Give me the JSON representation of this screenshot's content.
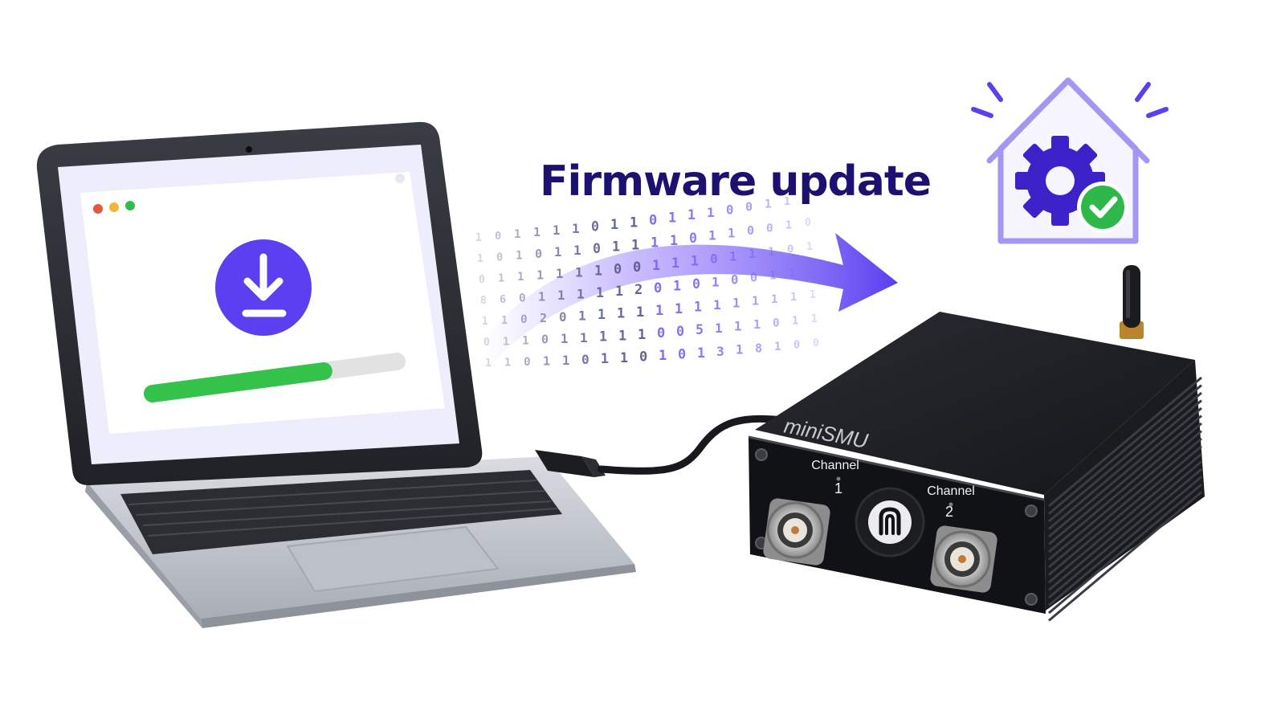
{
  "headline": "Firmware update",
  "device": {
    "brand_label": "miniSMU",
    "channel_1_label": "Channel",
    "channel_1_number": "1",
    "channel_2_label": "Channel",
    "channel_2_number": "2"
  },
  "screen": {
    "window_dots": [
      "#e15a3c",
      "#f0b73a",
      "#2fbe4a"
    ],
    "download_icon": "download-arrow-icon",
    "progress_fraction": 0.7
  },
  "status_icon": "house-gear-check-icon",
  "colors": {
    "accent_purple": "#5b3ff0",
    "headline_navy": "#1c1170",
    "progress_green": "#34c24a",
    "check_green": "#2fb84a"
  }
}
